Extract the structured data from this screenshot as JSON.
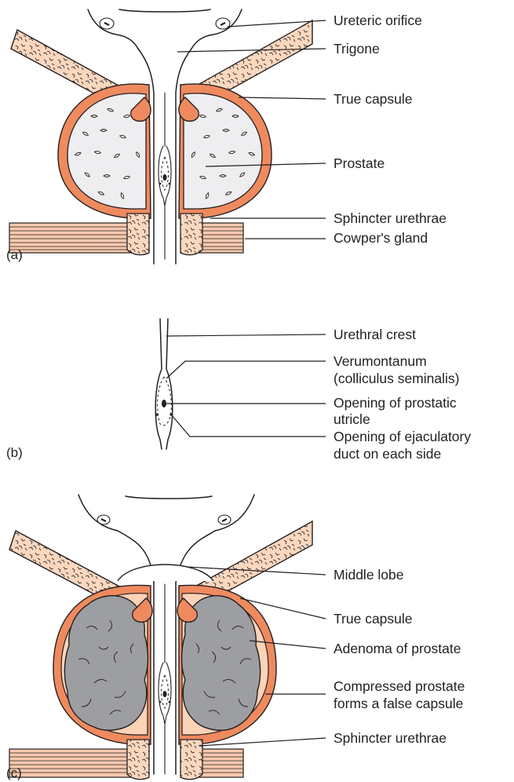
{
  "figure": {
    "panels": [
      {
        "id": "a",
        "panel_label": "(a)",
        "labels": [
          "Ureteric orifice",
          "Trigone",
          "True capsule",
          "Prostate",
          "Sphincter urethrae",
          "Cowper's gland"
        ]
      },
      {
        "id": "b",
        "panel_label": "(b)",
        "labels": [
          "Urethral crest",
          "Verumontanum",
          "(colliculus seminalis)",
          "Opening of prostatic",
          "utricle",
          "Opening of ejaculatory",
          "duct on each side"
        ]
      },
      {
        "id": "c",
        "panel_label": "(c)",
        "labels": [
          "Middle lobe",
          "True capsule",
          "Adenoma of prostate",
          "Compressed prostate",
          "forms a false capsule",
          "Sphincter urethrae"
        ]
      }
    ]
  },
  "colors": {
    "capsule": "#ef8a5f",
    "periurethral_tissue": "#fbd7be",
    "gland": "#eeeef0",
    "adenoma": "#9d9ea2",
    "compressed_prostate": "#fbd3b6",
    "sphincter_muscle": "#f6c9ae",
    "ink": "#231f20"
  }
}
